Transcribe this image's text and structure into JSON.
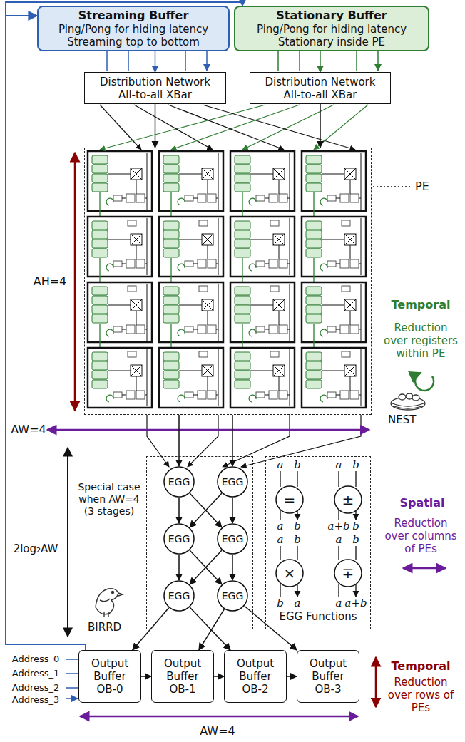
{
  "diagram": {
    "nodes": [
      {
        "text": [
          "Streaming Buffer",
          "Ping/Pong for hiding latency",
          "Streaming top to bottom"
        ]
      },
      {
        "text": [
          "Stationary Buffer",
          "Ping/Pong for hiding latency",
          "Stationary inside PE"
        ]
      },
      {
        "text": [
          "Distribution Network All-to-all XBar"
        ]
      },
      {
        "text": [
          "Distribution Network All-to-all XBar"
        ]
      },
      {
        "text": [
          "NEST"
        ]
      },
      {
        "text": [
          "BIRRD"
        ]
      },
      {
        "text": [
          "EGG"
        ],
        "in": 5
      },
      {
        "text": [
          "EGG"
        ],
        "in": 5
      },
      {
        "text": [
          "EGG"
        ],
        "in": 5
      },
      {
        "text": [
          "EGG"
        ],
        "in": 5
      },
      {
        "text": [
          "EGG"
        ],
        "in": 5
      },
      {
        "text": [
          "EGG"
        ],
        "in": 5
      },
      {
        "text": [
          "EGG Functions"
        ]
      },
      {
        "text": [
          "="
        ],
        "in": 12
      },
      {
        "text": [
          "±"
        ],
        "in": 12
      },
      {
        "text": [
          "×"
        ],
        "in": 12
      },
      {
        "text": [
          "∓"
        ],
        "in": 12
      },
      {
        "text": [
          "Output Buffer",
          "OB-0"
        ]
      },
      {
        "text": [
          "Output Buffer",
          "OB-1"
        ]
      },
      {
        "text": [
          "Output Buffer",
          "OB-2"
        ]
      },
      {
        "text": [
          "Output Buffer",
          "OB-3"
        ]
      }
    ],
    "edges": [
      {
        "from": 0,
        "to": 2,
        "arrow": "to"
      },
      {
        "from": 1,
        "to": 3,
        "arrow": "to"
      },
      {
        "from": 2,
        "to": 4,
        "arrow": "to"
      },
      {
        "from": 3,
        "to": 4,
        "arrow": "to"
      },
      {
        "from": 4,
        "to": 6,
        "arrow": "to"
      },
      {
        "from": 4,
        "to": 7,
        "arrow": "to"
      },
      {
        "from": 6,
        "to": 8,
        "arrow": "to"
      },
      {
        "from": 6,
        "to": 9,
        "arrow": "to"
      },
      {
        "from": 7,
        "to": 8,
        "arrow": "to"
      },
      {
        "from": 7,
        "to": 9,
        "arrow": "to"
      },
      {
        "from": 8,
        "to": 10,
        "arrow": "to"
      },
      {
        "from": 8,
        "to": 11,
        "arrow": "to"
      },
      {
        "from": 9,
        "to": 10,
        "arrow": "to"
      },
      {
        "from": 9,
        "to": 11,
        "arrow": "to"
      },
      {
        "from": 10,
        "to": 17,
        "arrow": "to"
      },
      {
        "from": 10,
        "to": 19,
        "arrow": "to"
      },
      {
        "from": 11,
        "to": 18,
        "arrow": "to"
      },
      {
        "from": 11,
        "to": 20,
        "arrow": "to"
      },
      {
        "from": 17,
        "to": 18,
        "arrow": "to"
      },
      {
        "from": 18,
        "to": 19,
        "arrow": "to"
      },
      {
        "from": 19,
        "to": 20,
        "arrow": "to"
      },
      {
        "from": 17,
        "to": 0,
        "arrow": "to"
      },
      {
        "from": 17,
        "to": 1,
        "arrow": "to"
      }
    ],
    "labels": [
      "PE",
      "Temporal",
      "Reduction over registers within PE",
      "AH=4",
      "AW=4",
      "Special case when AW=4 (3 stages)",
      "2log₂AW",
      "Spatial",
      "Reduction over columns of PEs",
      "a",
      "b",
      "a",
      "b",
      "a",
      "b",
      "a+b",
      "b",
      "a",
      "b",
      "b",
      "a",
      "a",
      "b",
      "a",
      "a+b",
      "Address_0",
      "Address_1",
      "Address_2",
      "Address_3",
      "AW=4",
      "Temporal",
      "Reduction over rows of PEs"
    ]
  }
}
